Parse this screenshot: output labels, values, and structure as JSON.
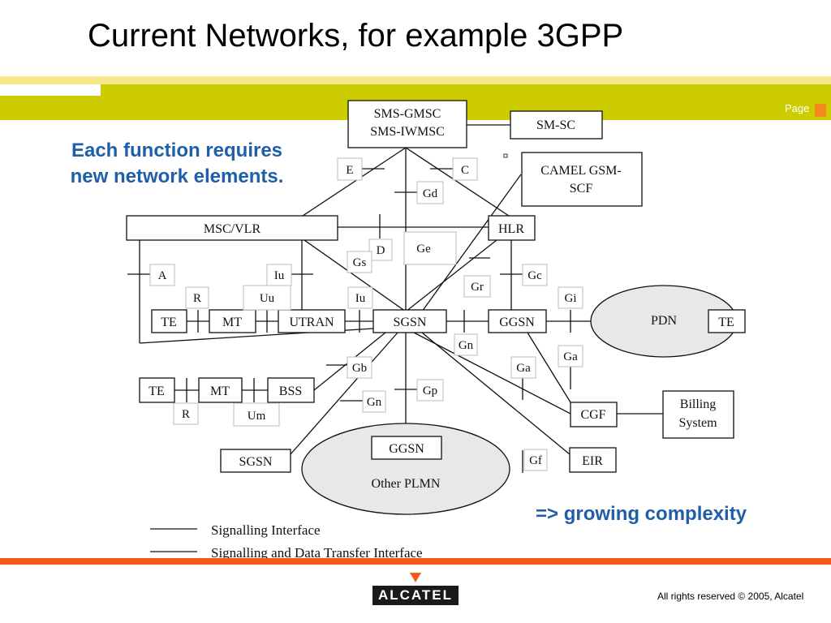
{
  "title": "Current Networks, for example 3GPP",
  "page_label": "Page",
  "note_left_line1": "Each function requires",
  "note_left_line2": "new network elements.",
  "note_right": "=> growing complexity",
  "footer": "All rights reserved © 2005, Alcatel",
  "logo_text": "ALCATEL",
  "colors": {
    "accent_band": "#cccc00",
    "light_band": "#f7e98a",
    "orange": "#f55a1a",
    "note_text": "#1f5ea8"
  },
  "nodes": {
    "sms_gmsc": [
      "SMS-GMSC",
      "SMS-IWMSC"
    ],
    "sm_sc": "SM-SC",
    "camel": [
      "CAMEL GSM-",
      "SCF"
    ],
    "msc_vlr": "MSC/VLR",
    "hlr": "HLR",
    "te1": "TE",
    "mt1": "MT",
    "utran": "UTRAN",
    "sgsn": "SGSN",
    "ggsn": "GGSN",
    "pdn": "PDN",
    "te_pdn": "TE",
    "te2": "TE",
    "mt2": "MT",
    "bss": "BSS",
    "cgf": "CGF",
    "billing": [
      "Billing",
      "System"
    ],
    "sgsn2": "SGSN",
    "ggsn2": "GGSN",
    "other_plmn": "Other PLMN",
    "eir": "EIR"
  },
  "interfaces": {
    "e": "E",
    "c": "C",
    "gd": "Gd",
    "d": "D",
    "ge": "Ge",
    "gs": "Gs",
    "a": "A",
    "iu1": "Iu",
    "gr": "Gr",
    "gc": "Gc",
    "r1": "R",
    "uu": "Uu",
    "iu2": "Iu",
    "gi": "Gi",
    "gn1": "Gn",
    "gb": "Gb",
    "ga1": "Ga",
    "ga2": "Ga",
    "gp": "Gp",
    "gn2": "Gn",
    "r2": "R",
    "um": "Um",
    "gf": "Gf"
  },
  "legend": {
    "signalling": "Signalling Interface",
    "signalling_data": "Signalling and Data Transfer Interface"
  }
}
